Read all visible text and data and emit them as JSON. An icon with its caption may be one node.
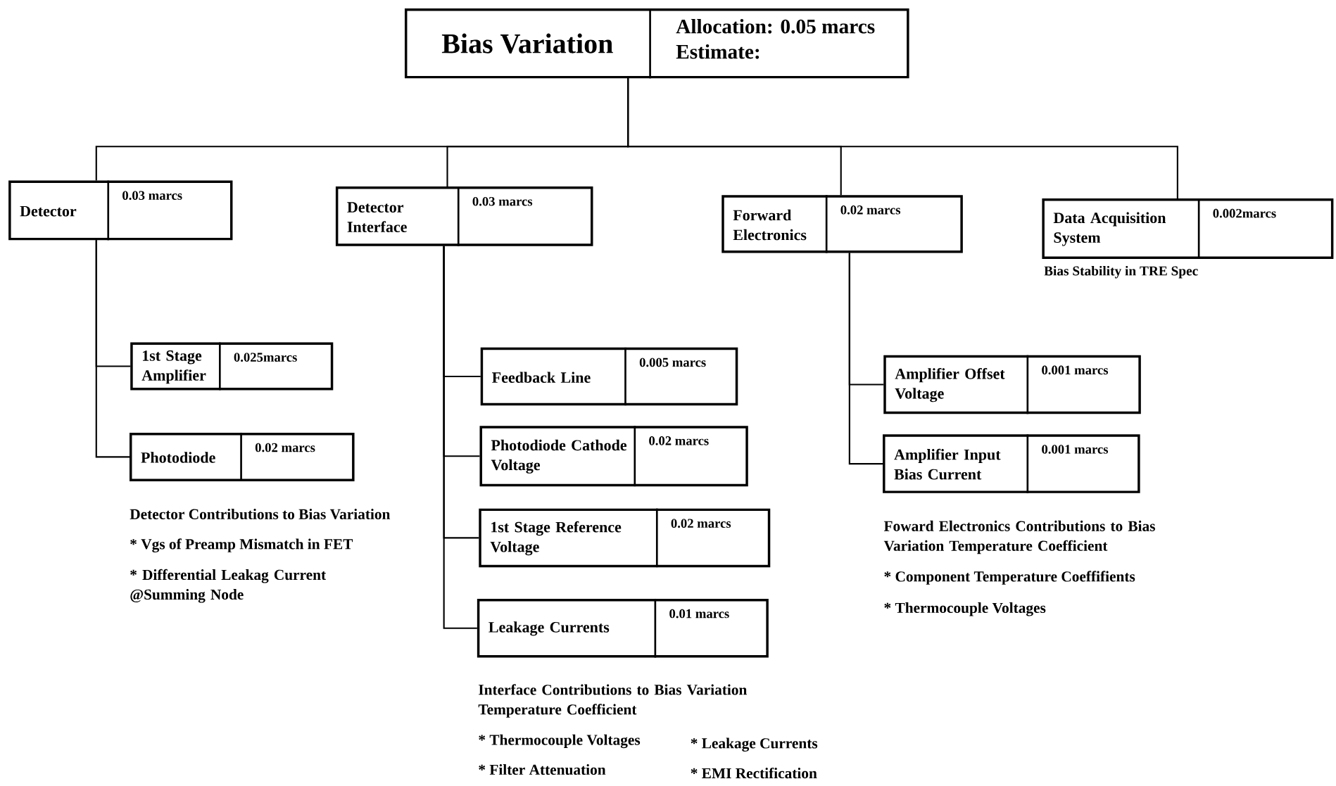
{
  "diagram": {
    "nodes": [
      {
        "text": [
          "Bias Variation",
          "Allocation: 0.05 marcs",
          "Estimate:"
        ]
      },
      {
        "text": [
          "Detector",
          "0.03 marcs"
        ]
      },
      {
        "text": [
          "Detector Interface",
          "0.03 marcs"
        ]
      },
      {
        "text": [
          "Forward Electronics",
          "0.02 marcs"
        ]
      },
      {
        "text": [
          "Data Acquisition System",
          "0.002marcs"
        ],
        "beside": [
          "Bias Stability in TRE Spec"
        ]
      },
      {
        "text": [
          "1st Stage Amplifier",
          "0.025marcs"
        ]
      },
      {
        "text": [
          "Photodiode",
          "0.02 marcs"
        ]
      },
      {
        "text": [
          "Feedback Line",
          "0.005 marcs"
        ]
      },
      {
        "text": [
          "Photodiode Cathode Voltage",
          "0.02 marcs"
        ]
      },
      {
        "text": [
          "1st Stage Reference Voltage",
          "0.02 marcs"
        ]
      },
      {
        "text": [
          "Leakage Currents",
          "0.01 marcs"
        ]
      },
      {
        "text": [
          "Amplifier Offset Voltage",
          "0.001 marcs"
        ]
      },
      {
        "text": [
          "Amplifier Input Bias Current",
          "0.001 marcs"
        ]
      }
    ],
    "edges": [
      {
        "from": 0,
        "to": 1,
        "arrow": "none"
      },
      {
        "from": 0,
        "to": 2,
        "arrow": "none"
      },
      {
        "from": 0,
        "to": 3,
        "arrow": "none"
      },
      {
        "from": 0,
        "to": 4,
        "arrow": "none"
      },
      {
        "from": 1,
        "to": 5,
        "arrow": "none"
      },
      {
        "from": 1,
        "to": 6,
        "arrow": "none"
      },
      {
        "from": 2,
        "to": 7,
        "arrow": "none"
      },
      {
        "from": 2,
        "to": 8,
        "arrow": "none"
      },
      {
        "from": 2,
        "to": 9,
        "arrow": "none"
      },
      {
        "from": 2,
        "to": 10,
        "arrow": "none"
      },
      {
        "from": 3,
        "to": 11,
        "arrow": "none"
      },
      {
        "from": 3,
        "to": 12,
        "arrow": "none"
      }
    ],
    "labels": [
      "Detector Contributions to Bias Variation",
      "* Vgs of Preamp Mismatch in FET",
      "* Differential Leakag Current @Summing Node",
      "Interface Contributions to Bias Variation Temperature Coefficient",
      "* Thermocouple Voltages",
      "* Leakage Currents",
      "* Filter Attenuation",
      "* EMI Rectification",
      "Foward Electronics Contributions to Bias Variation Temperature Coefficient",
      "* Component Temperature Coeffifients",
      "* Thermocouple Voltages"
    ]
  }
}
